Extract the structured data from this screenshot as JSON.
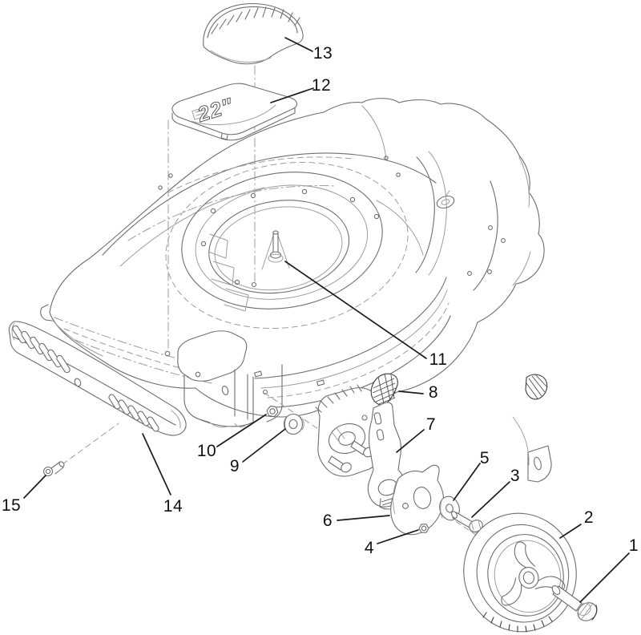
{
  "diagram": {
    "plate_label": "22″",
    "callouts": {
      "c1": "1",
      "c2": "2",
      "c3": "3",
      "c4": "4",
      "c5": "5",
      "c6": "6",
      "c7": "7",
      "c8": "8",
      "c9": "9",
      "c10": "10",
      "c11": "11",
      "c12": "12",
      "c13": "13",
      "c14": "14",
      "c15": "15"
    }
  },
  "colors": {
    "background": "#ffffff",
    "line": "#6e6e6e",
    "line_light": "#9d9d9d",
    "leader": "#1c1c1c",
    "text": "#111111"
  }
}
